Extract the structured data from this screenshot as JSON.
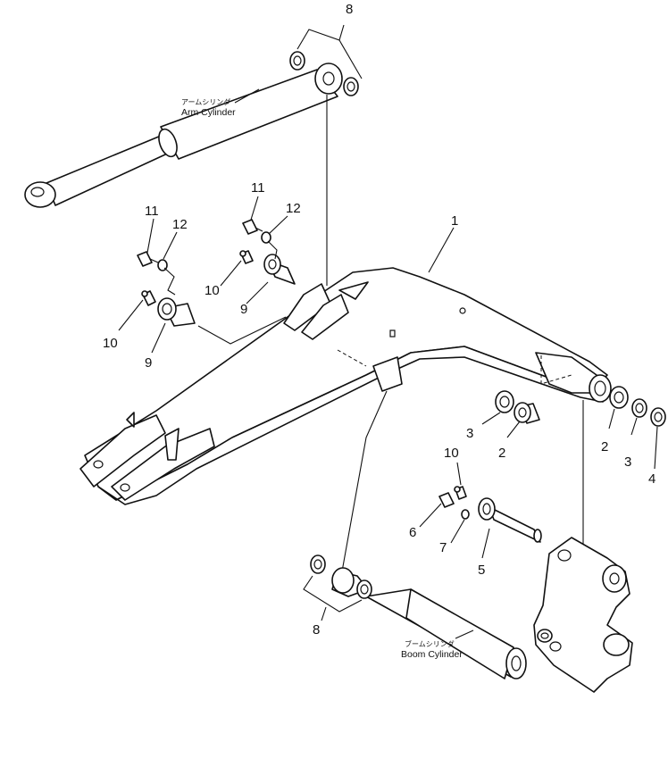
{
  "labels": {
    "arm_cylinder_en": "Arm Cylinder",
    "arm_cylinder_jp": "アームシリンダ",
    "boom_cylinder_en": "Boom Cylinder",
    "boom_cylinder_jp": "ブームシリンダ"
  },
  "callouts": {
    "boom": "1",
    "bushing_right": "2",
    "bushing_left": "2",
    "seal_right": "3",
    "seal_left": "3",
    "washer_shim": "4",
    "boom_pin": "5",
    "bolt_6": "6",
    "washer_7": "7",
    "shim_top": "8",
    "shim_bottom": "8",
    "pin_left": "9",
    "pin_right": "9",
    "grease_left": "10",
    "grease_right": "10",
    "grease_lower": "10",
    "bolt_left": "11",
    "bolt_right": "11",
    "washer_left": "12",
    "washer_right": "12"
  }
}
